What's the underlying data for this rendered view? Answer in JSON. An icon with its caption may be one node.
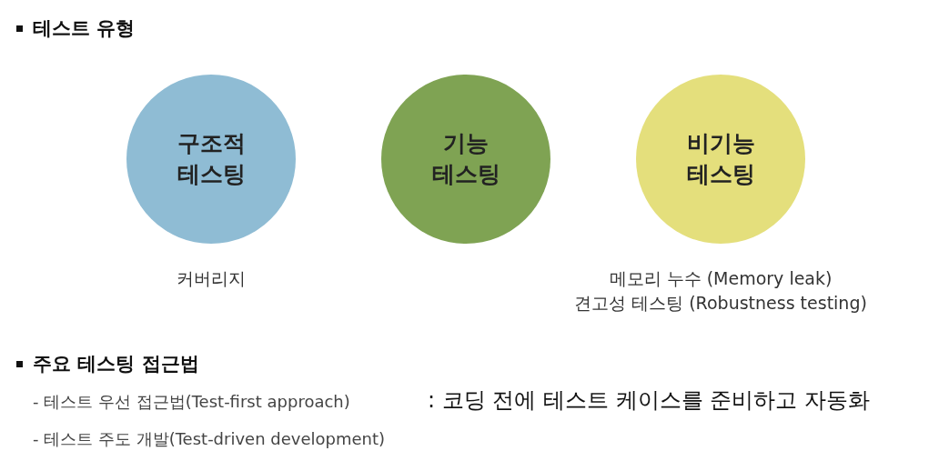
{
  "diagram": {
    "title": "테스트 유형",
    "nodes": [
      {
        "text": [
          "구조적 테스팅"
        ],
        "beside": [
          "커버리지"
        ]
      },
      {
        "text": [
          "기능 테스팅"
        ]
      },
      {
        "text": [
          "비기능 테스팅"
        ],
        "beside": [
          "메모리 누수 (Memory leak)",
          "견고성 테스팅 (Robustness testing)"
        ]
      }
    ],
    "labels": [
      "주요 테스팅 접근법",
      "- 테스트 우선 접근법(Test-first approach)",
      ": 코딩 전에 테스트 케이스를 준비하고 자동화",
      "- 테스트 주도 개발(Test-driven development)"
    ]
  }
}
